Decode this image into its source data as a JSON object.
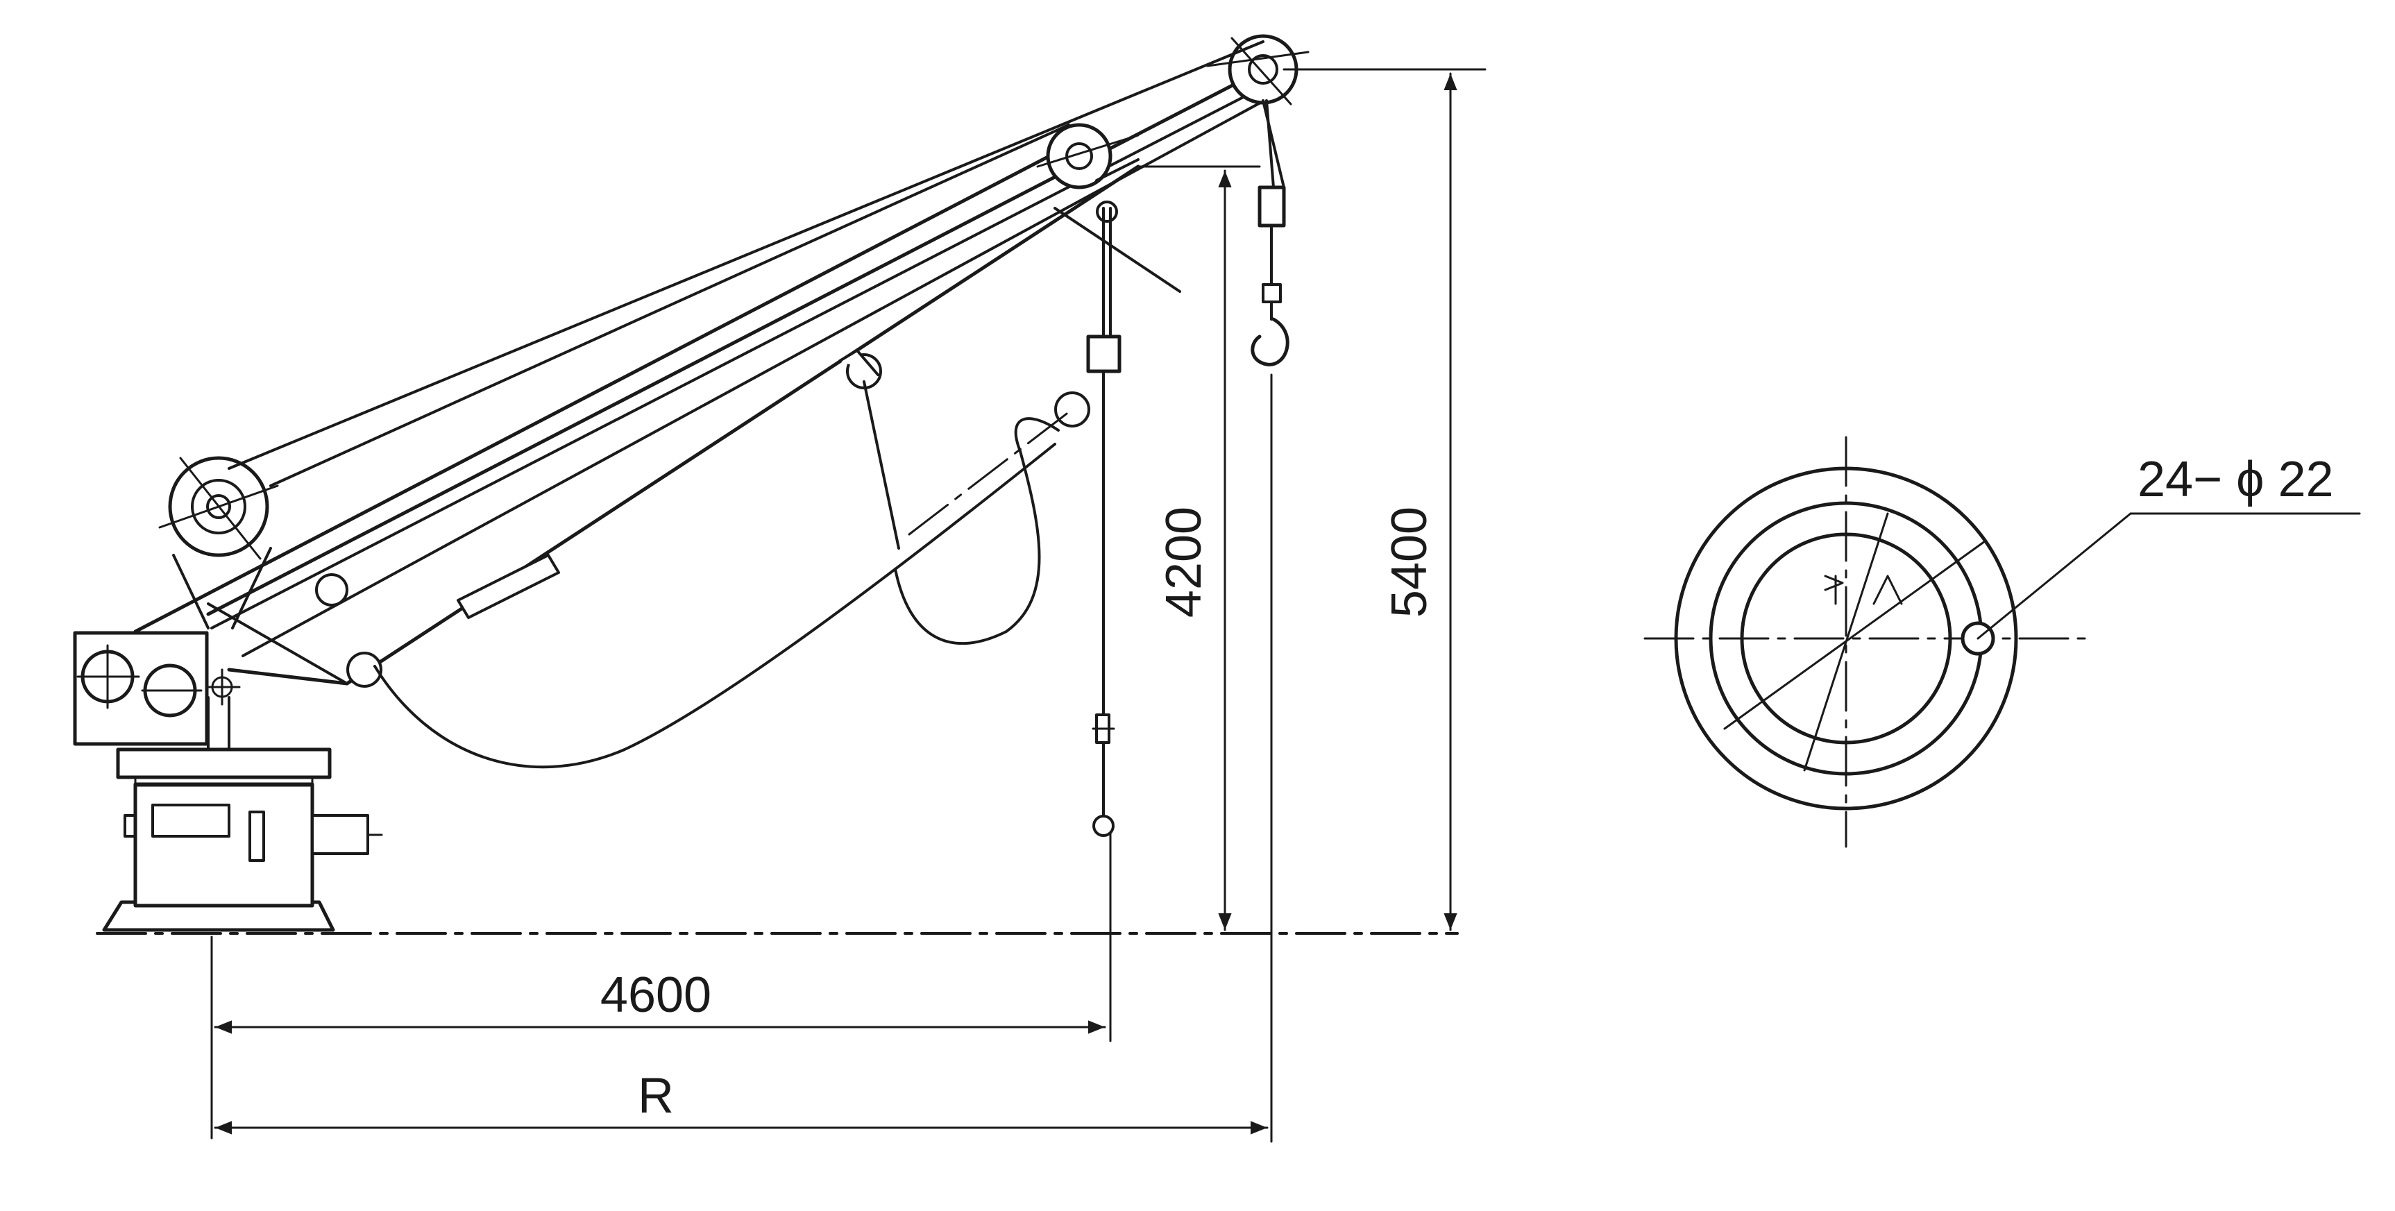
{
  "dimensions": {
    "horizontal_reach": "4600",
    "radius_label": "R",
    "hook_height": "4200",
    "total_height": "5400"
  },
  "flange": {
    "bolt_spec": "24− ϕ 22"
  },
  "colors": {
    "line": "#1a1a1a",
    "background": "#ffffff"
  }
}
